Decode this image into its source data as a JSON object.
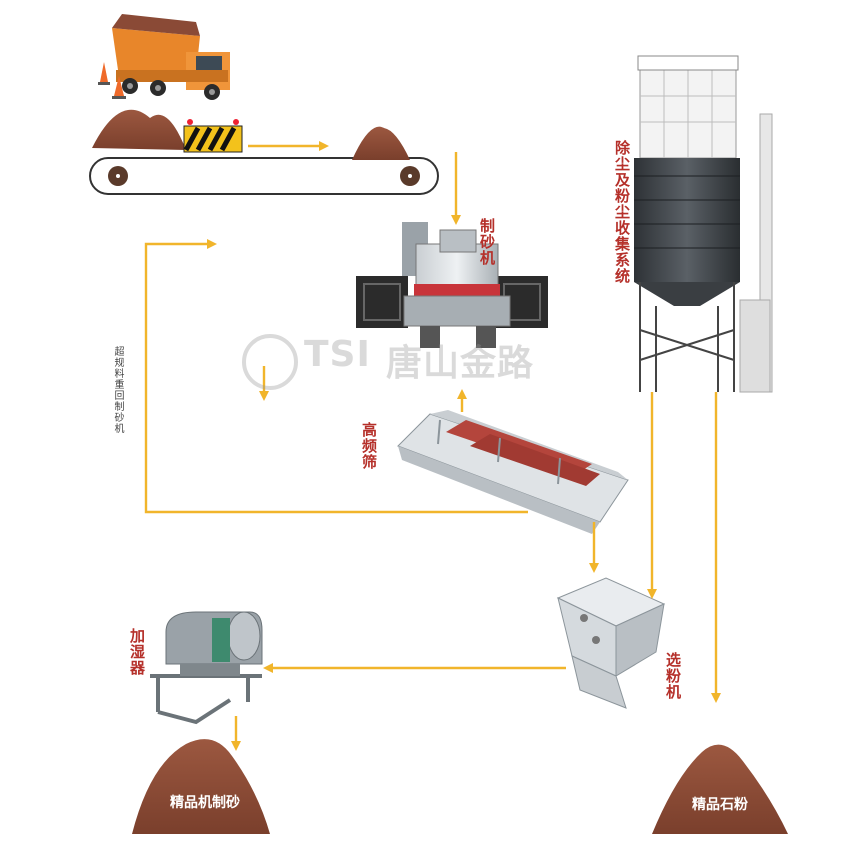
{
  "labels": {
    "sand_maker": "制砂机",
    "dust_collector": "除尘及粉尘收集系统",
    "return_note": "超规料重回制砂机",
    "screen": "高频筛",
    "separator": "选粉机",
    "humidifier": "加湿器",
    "product_sand": "精品机制砂",
    "product_powder": "精品石粉"
  },
  "watermark": {
    "logo_text": "TSI",
    "brand": "唐山金路"
  },
  "colors": {
    "arrow": "#f1b52b",
    "label": "#b5302a",
    "soil": "#8a4a36",
    "steel": "#9aa2a8",
    "truck": "#ee8a2a"
  }
}
